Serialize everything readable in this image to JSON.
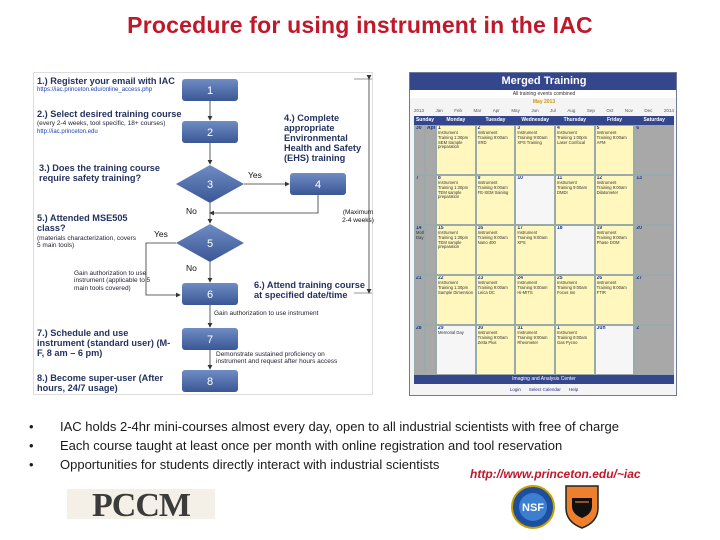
{
  "title": "Procedure for using instrument in the IAC",
  "flowchart": {
    "steps": [
      {
        "num": "1",
        "label": "1.) Register your email with IAC",
        "link": "https://iac.princeton.edu/online_access.php"
      },
      {
        "num": "2",
        "label": "2.) Select desired training course",
        "note": "(every 2-4 weeks, tool specific, 18+ courses)",
        "link": "http://iac.princeton.edu"
      },
      {
        "num": "3",
        "label": "3.) Does the training course require safety training?"
      },
      {
        "num": "4",
        "label": "4.) Complete appropriate Environmental Health and Safety (EHS) training"
      },
      {
        "num": "5",
        "label": "5.) Attended MSE505 class?",
        "note": "(materials characterization, covers 5 main tools)"
      },
      {
        "num": "6",
        "label": "6.) Attend training course at specified date/time"
      },
      {
        "num": "7",
        "label": "7.) Schedule and use instrument (standard user) (M-F, 8 am – 6 pm)"
      },
      {
        "num": "8",
        "label": "8.) Become super-user (After hours, 24/7 usage)"
      }
    ],
    "yes1": "Yes",
    "no1": "No",
    "yes2": "Yes",
    "no2": "No",
    "max_weeks": "(Maximum 2-4 weeks)",
    "gain_auth_5": "Gain authorization to use instrument (applicable to 5 main tools covered)",
    "gain_auth_6": "Gain authorization to use instrument",
    "demonstrate": "Demonstrate sustained proficiency on instrument and request after hours access"
  },
  "calendar": {
    "title": "Merged Training",
    "subtitle": "All training events combined",
    "month": "May 2013",
    "months": [
      "2013",
      "Jan",
      "Feb",
      "Mar",
      "Apr",
      "May",
      "Jun",
      "Jul",
      "Aug",
      "Sep",
      "Oct",
      "Nov",
      "Dec",
      "2014"
    ],
    "weekdays": [
      "Sunday",
      "Monday",
      "Tuesday",
      "Wednesday",
      "Thursday",
      "Friday",
      "Saturday"
    ],
    "weeks": [
      {
        "days": [
          "30",
          "Apr",
          "1",
          "2",
          "3",
          "4",
          "5",
          "6"
        ],
        "events": [
          "",
          "",
          "Instrument Training 1:30pm SEM Sample preparation",
          "Instrument Training 9:00am XRD",
          "Instrument Training 9:00am XPS Training",
          "Instrument Training 1:00pm Laser Confocal",
          "Instrument Training 9:00am AFM",
          ""
        ]
      },
      {
        "days": [
          "7",
          "",
          "8",
          "9",
          "10",
          "11",
          "12",
          "13"
        ],
        "events": [
          "",
          "",
          "Instrument Training 1:30pm TEM sample preparation",
          "Instrument Training 9:00am FE-SEM training",
          "",
          "Instrument Training 9:00am DMDI",
          "Instrument Training 9:00am Dilatometer",
          ""
        ]
      },
      {
        "days": [
          "14",
          "",
          "15",
          "16",
          "17",
          "18",
          "19",
          "20"
        ],
        "events": [
          "Mothers Day",
          "",
          "Instrument Training 1:30pm TEM sample preparation",
          "Instrument Training 9:00am Nano 400",
          "Instrument Training 9:00am XPS",
          "",
          "Instrument Training 9:00am Phase DOM",
          ""
        ]
      },
      {
        "days": [
          "21",
          "",
          "22",
          "23",
          "24",
          "25",
          "26",
          "27"
        ],
        "events": [
          "",
          "",
          "Instrument Training 1:30pm Sample Dimension",
          "Instrument Training 9:00am Leica DC",
          "Instrument Training 9:00am Hi-MITS",
          "Instrument Training 9:00am Focus Ion",
          "Instrument Training 9:00am FTIR",
          ""
        ]
      },
      {
        "days": [
          "28",
          "",
          "29",
          "30",
          "31",
          "1",
          "Jun",
          "2"
        ],
        "events": [
          "",
          "",
          "Memorial Day",
          "Instrument Training 9:00am Zetta Plus",
          "Instrument Training 9:00am Rheometer",
          "Instrument Training 9:00am Gas Pycno",
          "",
          ""
        ]
      }
    ],
    "footer": "Imaging and Analysis Center",
    "links": [
      "Login",
      "Select Calendar",
      "Help"
    ]
  },
  "bullets": [
    "IAC holds 2-4hr mini-courses almost every day, open to all industrial scientists with free of charge",
    "Each course taught at least once per month with online registration and tool reservation",
    "Opportunities for students directly interact with industrial scientists"
  ],
  "url": "http://www.princeton.edu/~iac",
  "logos": {
    "pccm": "PCCM",
    "nsf": "NSF"
  },
  "colors": {
    "title": "#c0182a",
    "flow_box": "#3a5795",
    "calendar_header": "#34468c",
    "event_cell": "#fff7bd"
  }
}
